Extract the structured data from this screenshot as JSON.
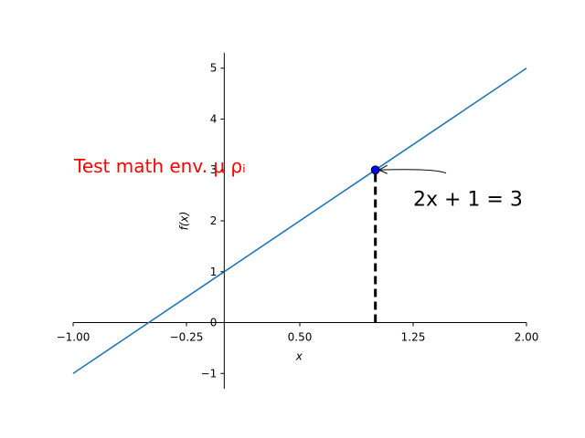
{
  "chart_data": {
    "type": "line",
    "title": "",
    "xlabel": "x",
    "ylabel": "f(x)",
    "xlim": [
      -1.0,
      2.0
    ],
    "ylim": [
      -1.3,
      5.3
    ],
    "x_ticks": [
      -1.0,
      -0.25,
      0.5,
      1.25,
      2.0
    ],
    "x_tick_labels": [
      "−1.00",
      "−0.25",
      "0.50",
      "1.25",
      "2.00"
    ],
    "y_ticks": [
      -1,
      0,
      1,
      2,
      3,
      4,
      5
    ],
    "y_tick_labels": [
      "−1",
      "0",
      "1",
      "2",
      "3",
      "4",
      "5"
    ],
    "grid": false,
    "spines": "centered-at-zero",
    "series": [
      {
        "x": [
          -1.0,
          2.0
        ],
        "y": [
          -1.0,
          5.0
        ],
        "color": "#1f77b4"
      }
    ],
    "highlight_point": {
      "x": 1.0,
      "y": 3.0,
      "color": "#0000ff"
    },
    "drop_line": {
      "x": 1.0,
      "y0": 0.0,
      "y1": 3.0,
      "color": "#000000",
      "style": "dashed"
    },
    "annotations": [
      {
        "text": "Test math env. μ ρᵢ",
        "anchor_x": -1.0,
        "anchor_y": 3.0,
        "color": "#ff0000"
      },
      {
        "text": "2x + 1 = 3",
        "anchor_x": 1.25,
        "anchor_y": 2.4,
        "color": "#000000",
        "arrow_to": [
          1.0,
          3.0
        ]
      }
    ]
  }
}
